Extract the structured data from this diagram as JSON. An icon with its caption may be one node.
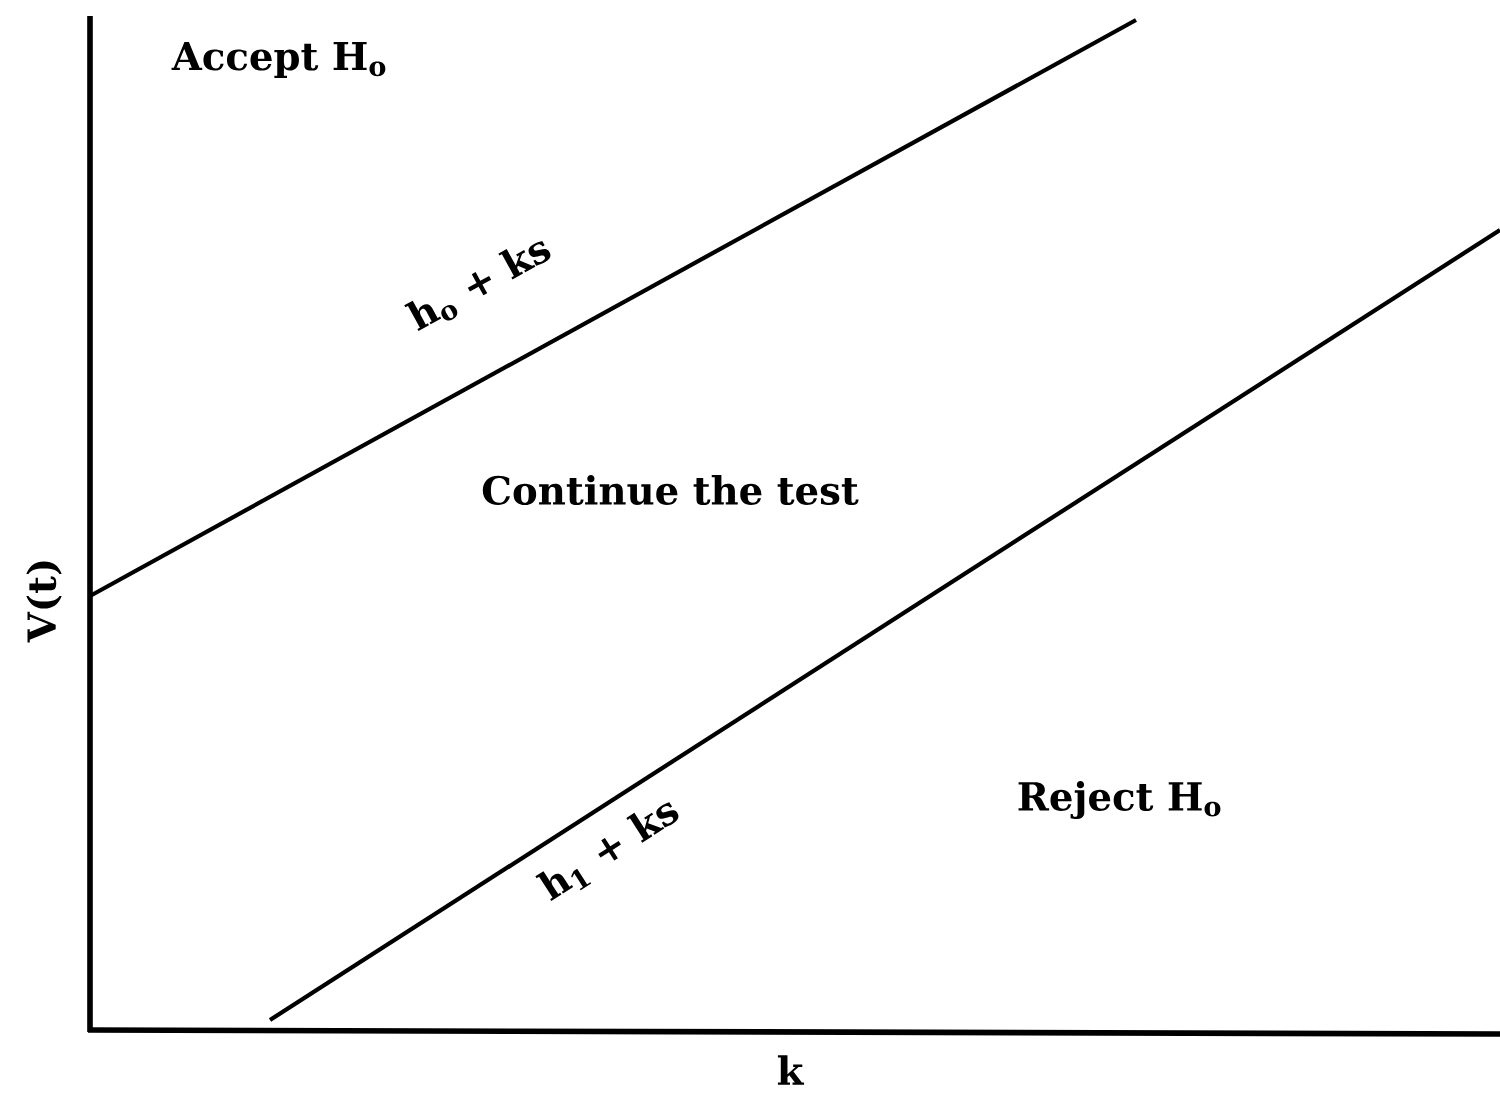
{
  "diagram": {
    "labels": [
      "Accept H$_{o}$",
      "h$_{o}$ + ks",
      "Continue the test",
      "h$_{1}$ + ks",
      "Reject H$_{o}$",
      "V(t)",
      "k"
    ]
  }
}
